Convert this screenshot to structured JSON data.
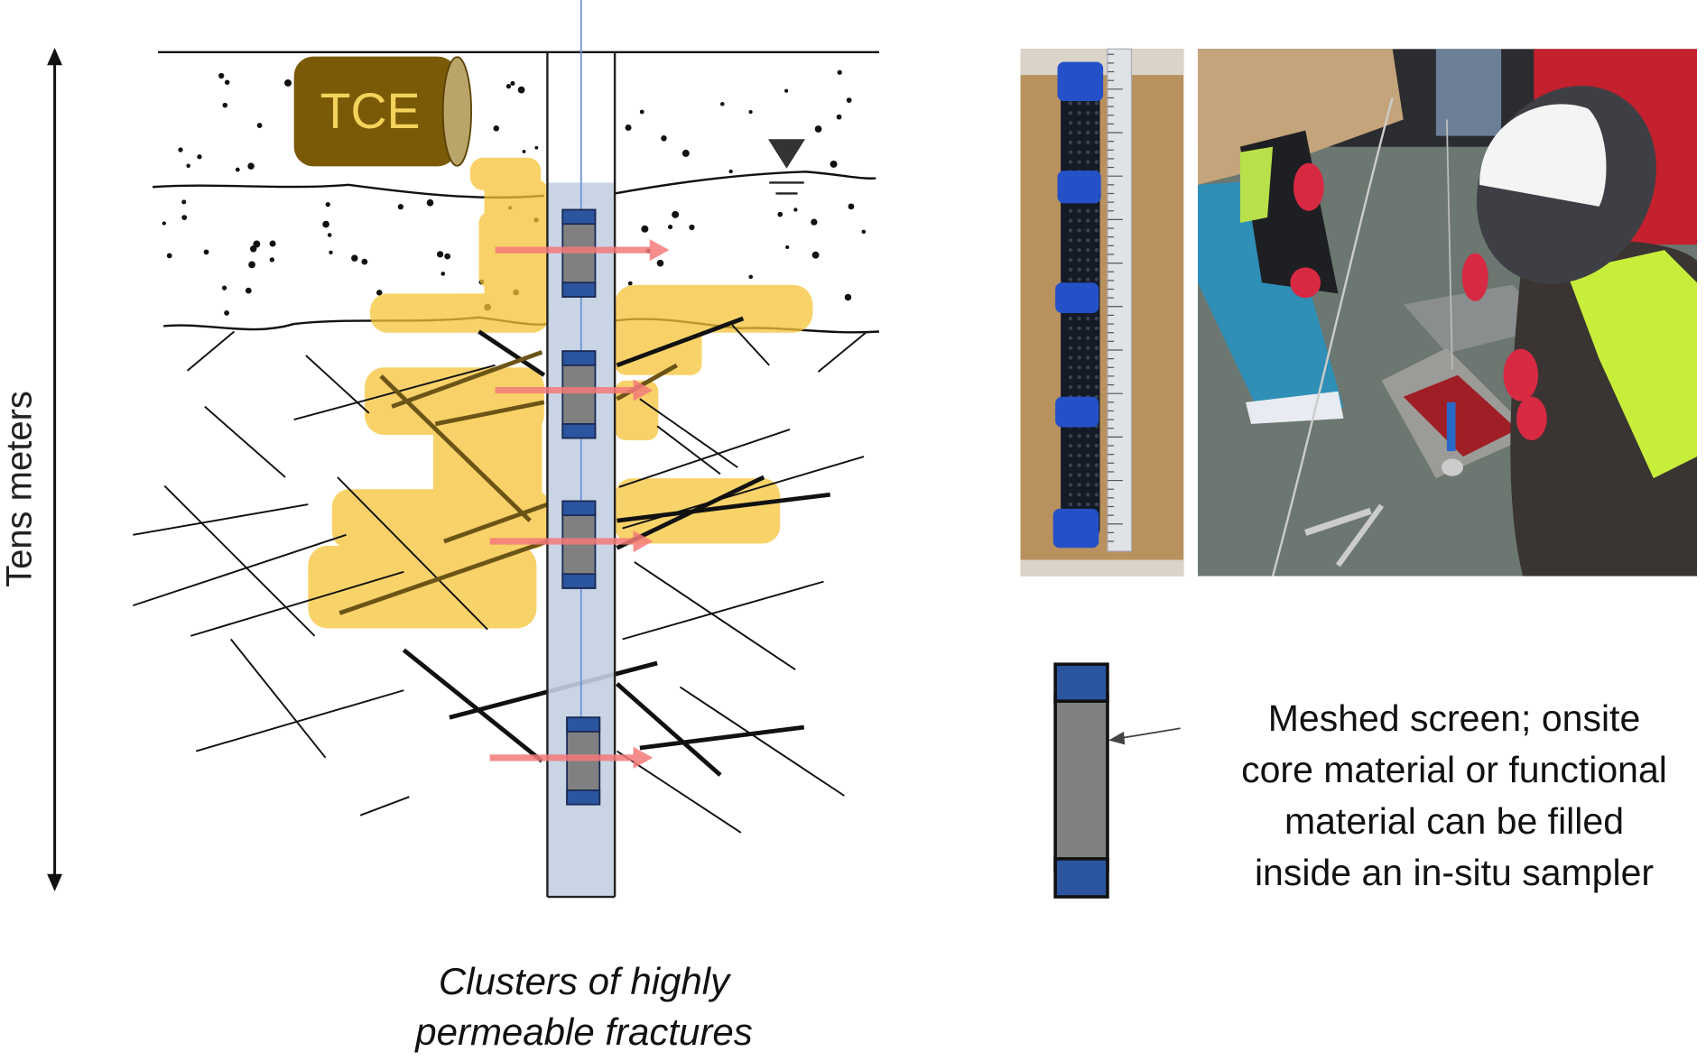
{
  "diagram": {
    "tce_label": "TCE",
    "depth_axis_label": "Tens meters",
    "caption": [
      "Clusters of highly",
      "permeable fractures"
    ],
    "sampler_note": [
      "Meshed screen; onsite",
      "core material or functional",
      "material can be filled",
      "inside an in-situ sampler"
    ]
  },
  "photos": {
    "sampler_photo": "sampler-with-tape-measure-photo",
    "field_photo": "field-installation-photo"
  },
  "colors": {
    "tce_drum": "#7a5a06",
    "tce_text": "#f3d35a",
    "plume": "#f6c437",
    "well": "#c3cfe2",
    "sampler_cap": "#2c55a0",
    "sampler_body": "#808080",
    "flow_arrow": "#f57a7a"
  }
}
